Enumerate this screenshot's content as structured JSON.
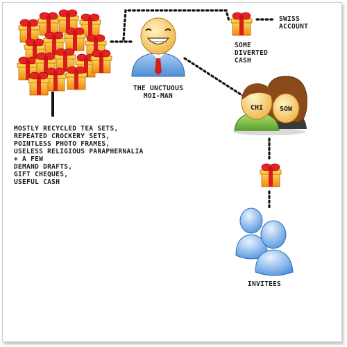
{
  "labels": {
    "moi_man": "THE UNCTUOUS\nMOI-MAN",
    "diverted_cash": "SOME\nDIVERTED\nCASH",
    "swiss_account": "SWISS\nACCOUNT",
    "gifts_description": "MOSTLY RECYCLED TEA SETS,\nREPEATED CROCKERY SETS,\nPOINTLESS PHOTO FRAMES,\nUSELESS RELIGIOUS PARAPHERNALIA\n+ A FEW\nDEMAND DRAFTS,\nGIFT CHEQUES,\nUSEFUL CASH",
    "invitees": "INVITEES",
    "couple_left": "CHI",
    "couple_right": "SOW"
  },
  "colors": {
    "gift_box": "#f2a81d",
    "gift_ribbon": "#d81c1c",
    "person_blue": "#4a8fd8",
    "couple_green": "#7cc242",
    "skin": "#f3c16a",
    "hair": "#8a4a1a"
  },
  "icons": [
    "gift-pile-icon",
    "moi-man-icon",
    "gift-box-icon",
    "couple-icon",
    "invitees-icon"
  ]
}
